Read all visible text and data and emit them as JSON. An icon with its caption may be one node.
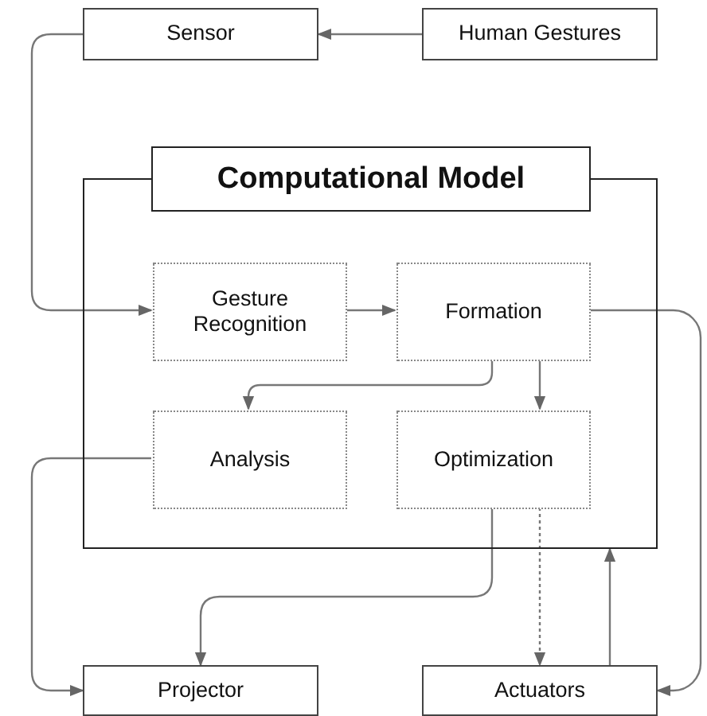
{
  "diagram": {
    "nodes": [
      {
        "text": [
          "Sensor"
        ]
      },
      {
        "text": [
          "Human Gestures"
        ]
      },
      {
        "text": [
          "Computational Model"
        ]
      },
      {
        "text": [
          "Gesture Recognition"
        ],
        "in": 2
      },
      {
        "text": [
          "Formation"
        ],
        "in": 2
      },
      {
        "text": [
          "Analysis"
        ],
        "in": 2
      },
      {
        "text": [
          "Optimization"
        ],
        "in": 2
      },
      {
        "text": [
          "Projector"
        ]
      },
      {
        "text": [
          "Actuators"
        ]
      }
    ],
    "edges": [
      {
        "from": 1,
        "to": 0,
        "arrow": "to"
      },
      {
        "from": 0,
        "to": 3,
        "arrow": "to"
      },
      {
        "from": 3,
        "to": 4,
        "arrow": "to"
      },
      {
        "from": 4,
        "to": 5,
        "arrow": "to"
      },
      {
        "from": 4,
        "to": 6,
        "arrow": "to"
      },
      {
        "from": 4,
        "to": 8,
        "arrow": "to"
      },
      {
        "from": 5,
        "to": 7,
        "arrow": "to"
      },
      {
        "from": 6,
        "to": 7,
        "arrow": "to"
      },
      {
        "from": 6,
        "to": 8,
        "arrow": "to",
        "style": "dashed"
      },
      {
        "from": 8,
        "to": 2,
        "arrow": "to"
      }
    ]
  }
}
